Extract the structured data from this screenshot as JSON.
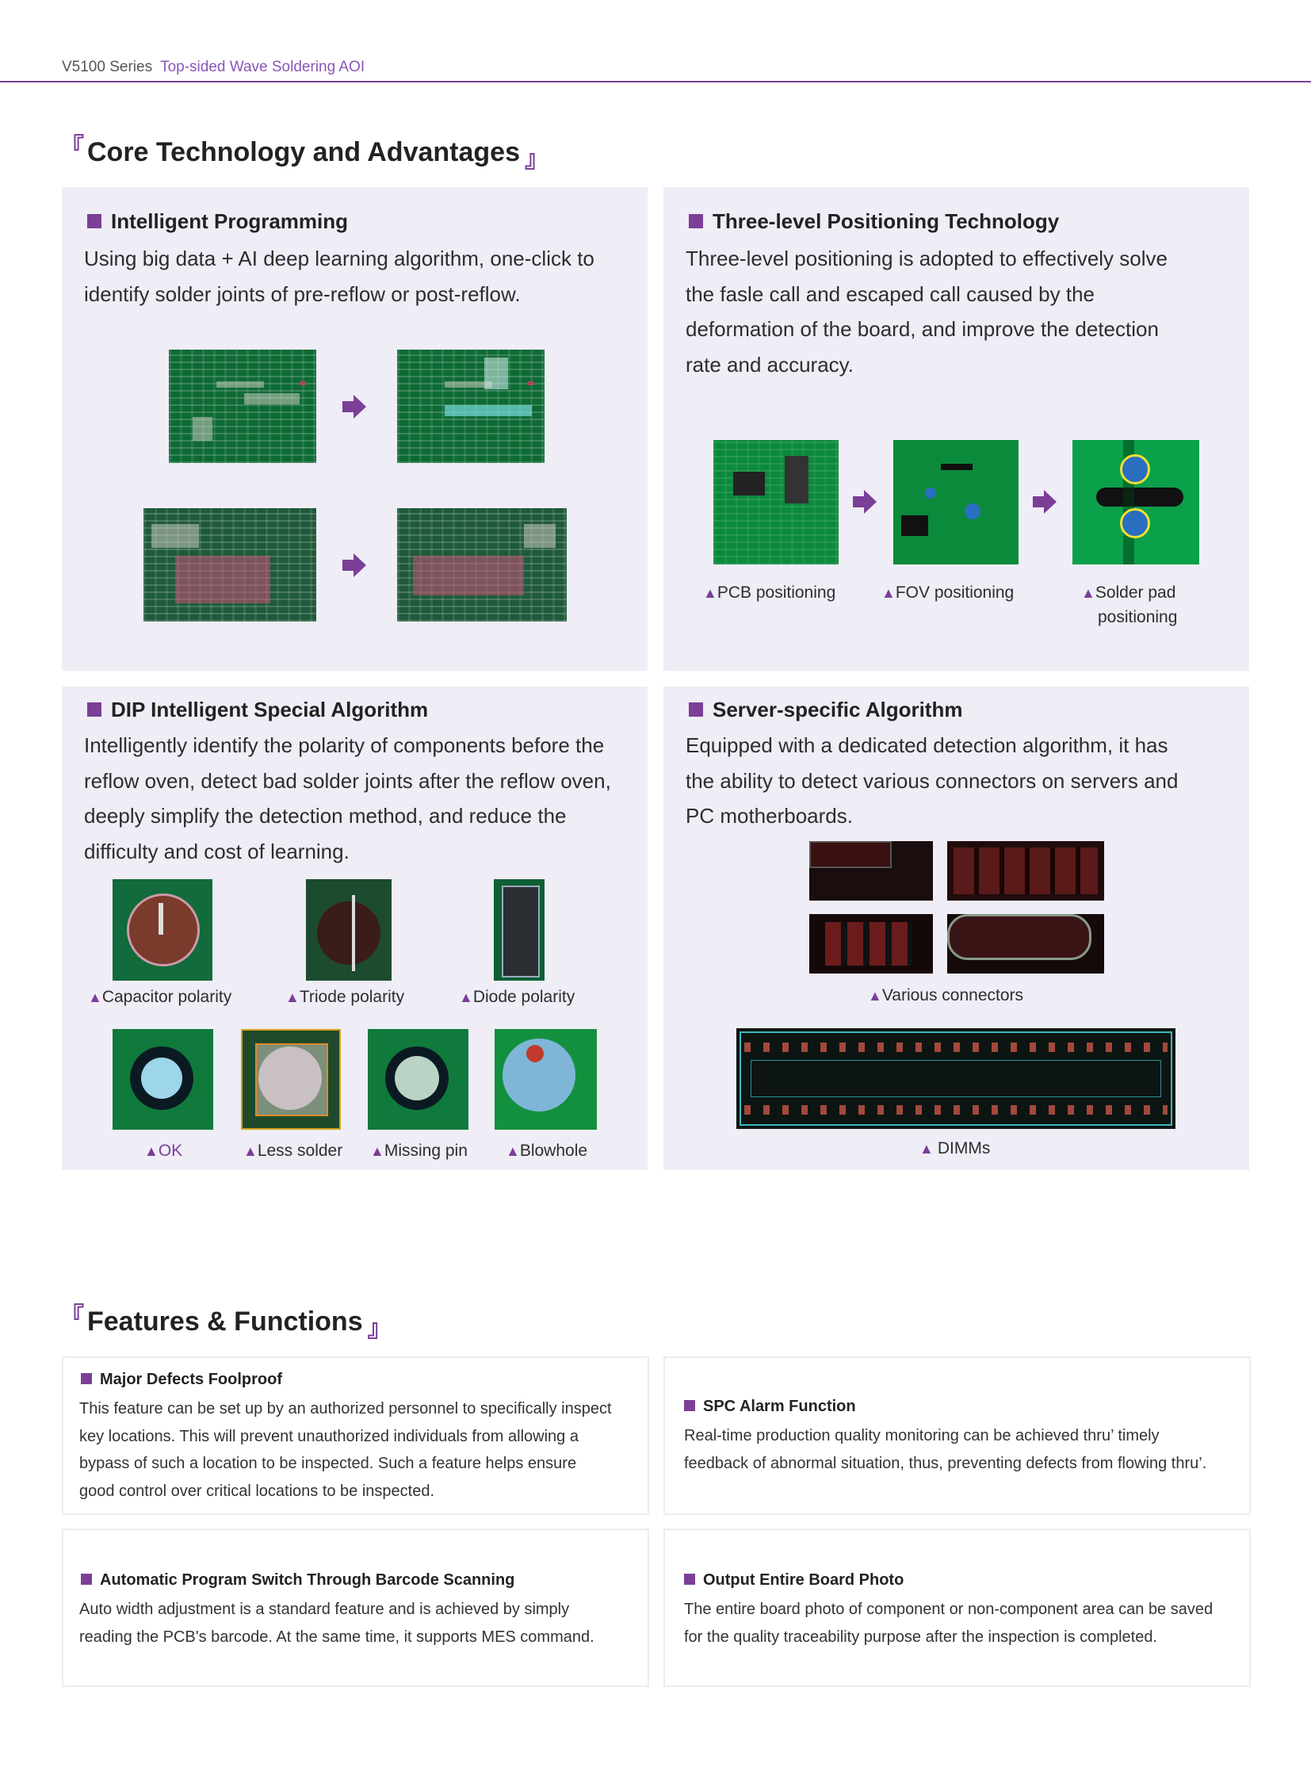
{
  "header": {
    "series": "V5100 Series",
    "subtitle": "Top-sided Wave Soldering AOI"
  },
  "core": {
    "title": "Core Technology and Advantages",
    "panels": {
      "intelligent": {
        "title": "Intelligent Programming",
        "body": [
          "Using big data + AI deep learning algorithm, one-click to",
          "identify solder joints of pre-reflow or post-reflow."
        ]
      },
      "positioning": {
        "title": "Three-level Positioning Technology",
        "body": [
          "Three-level positioning is adopted to effectively solve",
          "the fasle call and escaped call caused by the",
          "deformation of the board, and improve the detection",
          "rate and accuracy."
        ],
        "captions": [
          "PCB positioning",
          "FOV positioning",
          "Solder pad",
          "positioning"
        ]
      },
      "dip": {
        "title": "DIP Intelligent Special Algorithm",
        "body": [
          "Intelligently identify the polarity of components before the",
          "reflow oven, detect bad solder joints after the reflow oven,",
          "deeply simplify the detection method, and reduce the",
          "difficulty and cost of learning."
        ],
        "captions_top": [
          "Capacitor polarity",
          "Triode polarity",
          "Diode polarity"
        ],
        "captions_bottom": [
          "OK",
          "Less solder",
          "Missing pin",
          "Blowhole"
        ]
      },
      "server": {
        "title": "Server-specific Algorithm",
        "body": [
          "Equipped with a dedicated detection algorithm, it has",
          "the ability to detect various connectors on servers and",
          "PC motherboards."
        ],
        "captions": [
          "Various connectors",
          "DIMMs"
        ]
      }
    }
  },
  "features": {
    "title": "Features & Functions",
    "items": [
      {
        "title": "Major Defects Foolproof",
        "body": [
          "This feature can be set up by an authorized personnel to specifically inspect",
          "key locations. This will prevent unauthorized individuals from allowing a",
          "bypass of such a location to be inspected. Such a feature helps ensure",
          "good control over critical locations to be inspected."
        ]
      },
      {
        "title": "SPC Alarm Function",
        "body": [
          "Real-time production quality monitoring can be achieved thru’ timely",
          "feedback of abnormal situation, thus, preventing defects from flowing thru’."
        ]
      },
      {
        "title": "Automatic Program Switch Through Barcode Scanning",
        "body": [
          "Auto width adjustment is a standard feature and is achieved by simply",
          "reading the PCB's barcode. At the same time, it supports MES command."
        ]
      },
      {
        "title": "Output Entire Board Photo",
        "body": [
          "The entire board photo of component or non-component area can be saved",
          "for the quality traceability purpose after the inspection is completed."
        ]
      }
    ]
  },
  "colors": {
    "accent": "#7b3f98",
    "panel_bg": "#efedf6",
    "pcb_green": "#0e6a34"
  }
}
